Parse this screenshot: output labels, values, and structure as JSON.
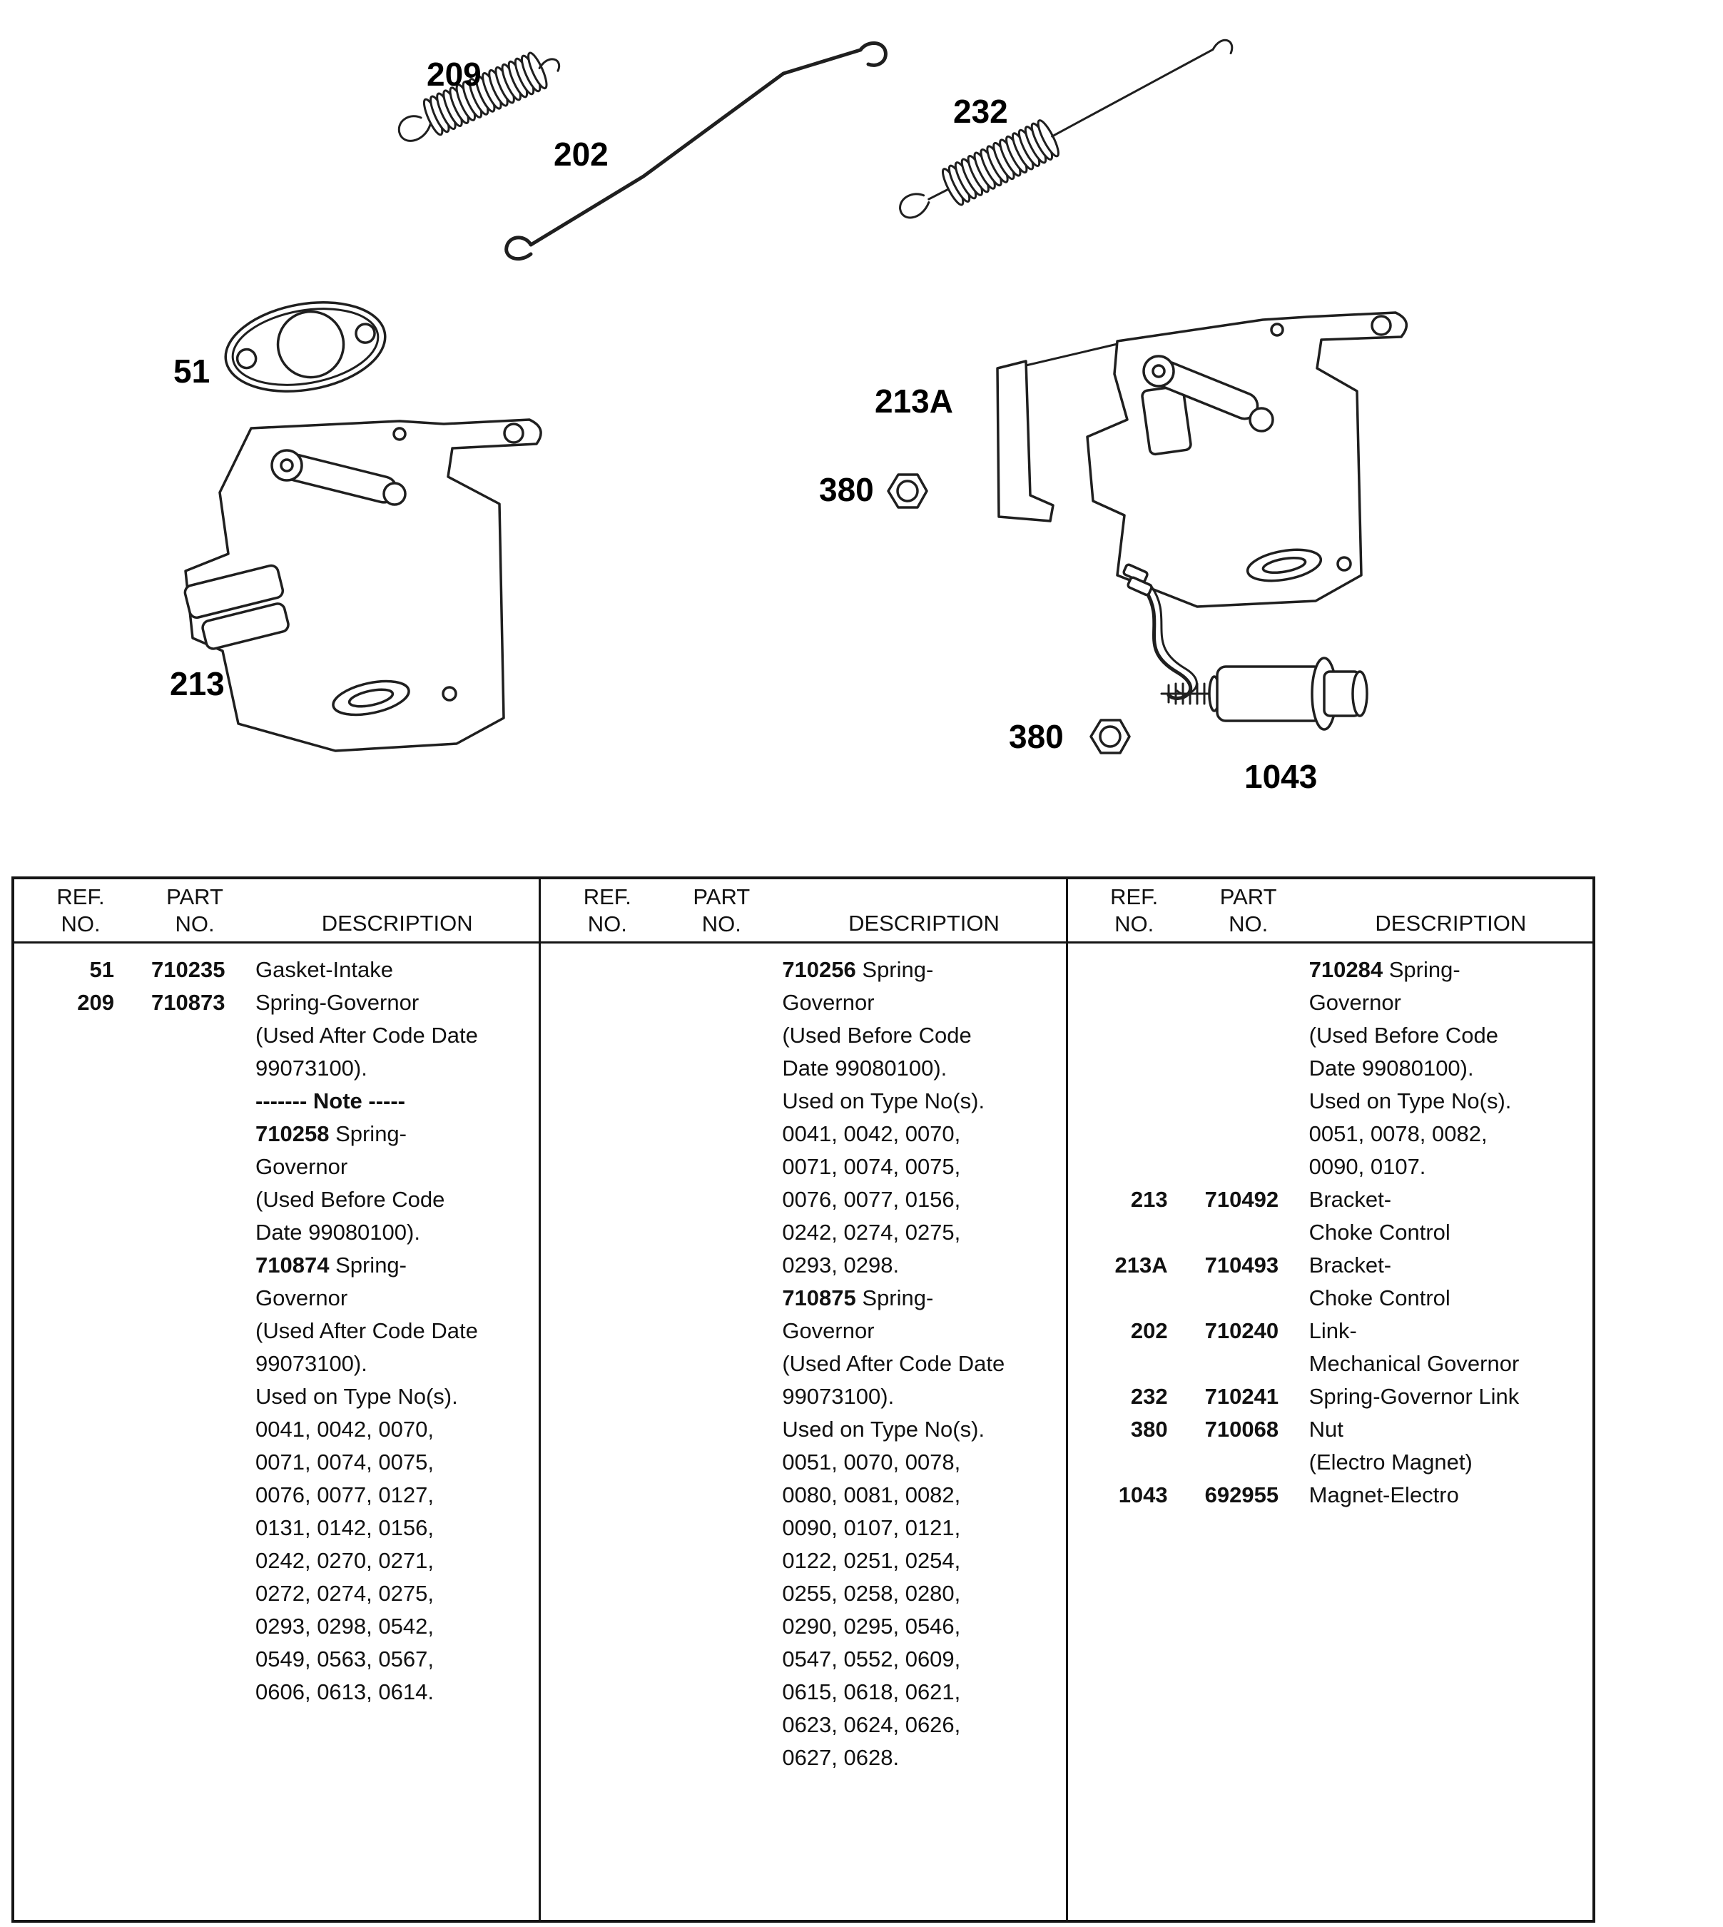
{
  "diagram": {
    "labels": {
      "spring209": "209",
      "link202": "202",
      "spring232": "232",
      "gasket51": "51",
      "bracket213a": "213A",
      "nut380top": "380",
      "bracket213": "213",
      "nut380bottom": "380",
      "magnet1043": "1043"
    }
  },
  "table": {
    "headers": {
      "ref1": "REF.",
      "ref2": "NO.",
      "part1": "PART",
      "part2": "NO.",
      "desc": "DESCRIPTION"
    },
    "columns": [
      {
        "entries": [
          {
            "ref": "51",
            "part": "710235",
            "lines": [
              [
                "Gasket-Intake"
              ]
            ]
          },
          {
            "ref": "209",
            "part": "710873",
            "lines": [
              [
                "Spring-Governor"
              ],
              [
                "(Used After Code Date"
              ],
              [
                "99073100)."
              ],
              [
                {
                  "b": "------- Note -----"
                }
              ],
              [
                {
                  "b": "710258"
                },
                " Spring-"
              ],
              [
                "Governor"
              ],
              [
                "(Used Before Code"
              ],
              [
                "Date 99080100)."
              ],
              [
                {
                  "b": "710874"
                },
                " Spring-"
              ],
              [
                "Governor"
              ],
              [
                "(Used After Code Date"
              ],
              [
                "99073100)."
              ],
              [
                "Used on Type No(s)."
              ],
              [
                "0041, 0042, 0070,"
              ],
              [
                "0071, 0074, 0075,"
              ],
              [
                "0076, 0077, 0127,"
              ],
              [
                "0131, 0142, 0156,"
              ],
              [
                "0242, 0270, 0271,"
              ],
              [
                "0272, 0274, 0275,"
              ],
              [
                "0293, 0298, 0542,"
              ],
              [
                "0549, 0563, 0567,"
              ],
              [
                "0606, 0613, 0614."
              ]
            ]
          }
        ]
      },
      {
        "entries": [
          {
            "ref": "",
            "part": "",
            "lines": [
              [
                {
                  "b": "710256"
                },
                " Spring-"
              ],
              [
                "Governor"
              ],
              [
                "(Used Before Code"
              ],
              [
                "Date 99080100)."
              ],
              [
                "Used on Type No(s)."
              ],
              [
                "0041, 0042, 0070,"
              ],
              [
                "0071, 0074, 0075,"
              ],
              [
                "0076, 0077, 0156,"
              ],
              [
                "0242, 0274, 0275,"
              ],
              [
                "0293, 0298."
              ],
              [
                {
                  "b": "710875"
                },
                " Spring-"
              ],
              [
                "Governor"
              ],
              [
                "(Used After Code Date"
              ],
              [
                "99073100)."
              ],
              [
                "Used on Type No(s)."
              ],
              [
                "0051, 0070, 0078,"
              ],
              [
                "0080, 0081, 0082,"
              ],
              [
                "0090, 0107, 0121,"
              ],
              [
                "0122, 0251, 0254,"
              ],
              [
                "0255, 0258, 0280,"
              ],
              [
                "0290, 0295, 0546,"
              ],
              [
                "0547, 0552, 0609,"
              ],
              [
                "0615, 0618, 0621,"
              ],
              [
                "0623, 0624, 0626,"
              ],
              [
                "0627, 0628."
              ]
            ]
          }
        ]
      },
      {
        "entries": [
          {
            "ref": "",
            "part": "",
            "lines": [
              [
                {
                  "b": "710284"
                },
                " Spring-"
              ],
              [
                "Governor"
              ],
              [
                "(Used Before Code"
              ],
              [
                "Date 99080100)."
              ],
              [
                "Used on Type No(s)."
              ],
              [
                "0051, 0078, 0082,"
              ],
              [
                "0090, 0107."
              ]
            ]
          },
          {
            "ref": "213",
            "part": "710492",
            "lines": [
              [
                "Bracket-"
              ],
              [
                "Choke Control"
              ]
            ]
          },
          {
            "ref": "213A",
            "part": "710493",
            "lines": [
              [
                "Bracket-"
              ],
              [
                "Choke Control"
              ]
            ]
          },
          {
            "ref": "202",
            "part": "710240",
            "lines": [
              [
                "Link-"
              ],
              [
                "Mechanical Governor"
              ]
            ]
          },
          {
            "ref": "232",
            "part": "710241",
            "lines": [
              [
                "Spring-Governor Link"
              ]
            ]
          },
          {
            "ref": "380",
            "part": "710068",
            "lines": [
              [
                "Nut"
              ],
              [
                "(Electro Magnet)"
              ]
            ]
          },
          {
            "ref": "1043",
            "part": "692955",
            "lines": [
              [
                "Magnet-Electro"
              ]
            ]
          }
        ]
      }
    ]
  }
}
